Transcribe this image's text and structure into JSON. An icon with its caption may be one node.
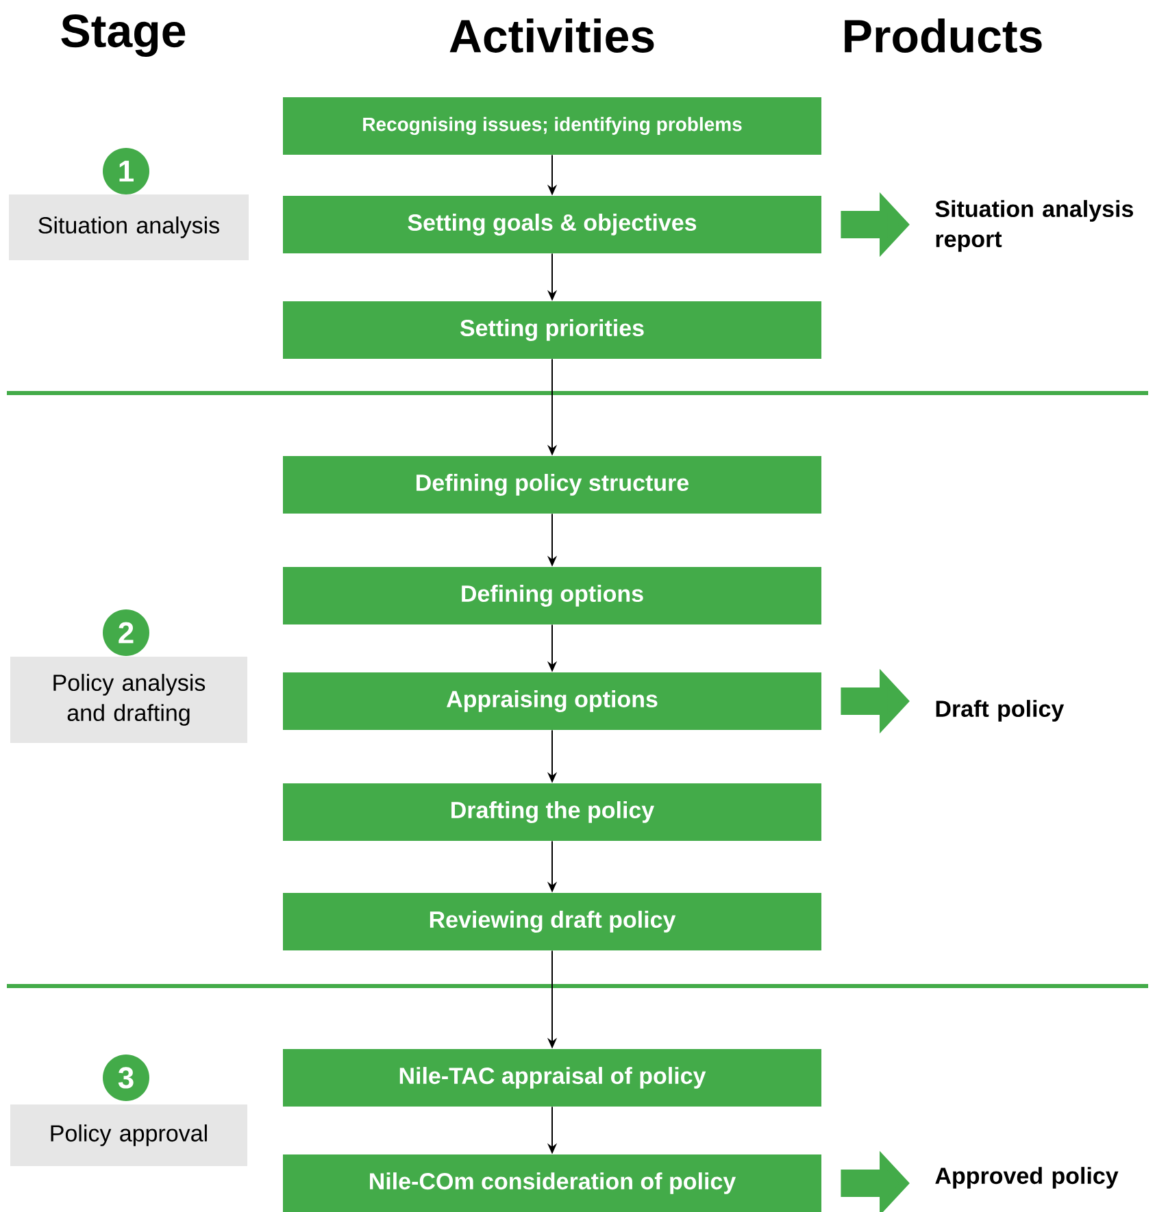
{
  "diagram": {
    "nodes": [
      {
        "text": [
          "Recognising issues; identifying problems"
        ]
      },
      {
        "text": [
          "Setting goals & objectives"
        ]
      },
      {
        "text": [
          "Setting priorities"
        ]
      },
      {
        "text": [
          "Defining policy structure"
        ]
      },
      {
        "text": [
          "Defining options"
        ]
      },
      {
        "text": [
          "Appraising options"
        ]
      },
      {
        "text": [
          "Drafting the policy"
        ]
      },
      {
        "text": [
          "Reviewing draft policy"
        ]
      },
      {
        "text": [
          "Nile-TAC appraisal of policy"
        ]
      },
      {
        "text": [
          "Nile-COm consideration of policy"
        ]
      },
      {
        "text": [
          "1"
        ]
      },
      {
        "text": [
          "Situation analysis"
        ]
      },
      {
        "text": [
          "2"
        ]
      },
      {
        "text": [
          "Policy analysis and drafting"
        ]
      },
      {
        "text": [
          "3"
        ]
      },
      {
        "text": [
          "Policy approval"
        ]
      },
      {
        "text": [
          "Situation analysis report"
        ]
      },
      {
        "text": [
          "Draft policy"
        ]
      },
      {
        "text": [
          "Approved policy"
        ]
      }
    ],
    "edges": [
      {
        "from": 0,
        "to": 1,
        "arrow": "to"
      },
      {
        "from": 1,
        "to": 2,
        "arrow": "to"
      },
      {
        "from": 2,
        "to": 3,
        "arrow": "to"
      },
      {
        "from": 3,
        "to": 4,
        "arrow": "to"
      },
      {
        "from": 4,
        "to": 5,
        "arrow": "to"
      },
      {
        "from": 5,
        "to": 6,
        "arrow": "to"
      },
      {
        "from": 6,
        "to": 7,
        "arrow": "to"
      },
      {
        "from": 7,
        "to": 8,
        "arrow": "to"
      },
      {
        "from": 8,
        "to": 9,
        "arrow": "to"
      },
      {
        "from": 1,
        "to": 16,
        "arrow": "to",
        "style": "thick",
        "color": "#43ab49"
      },
      {
        "from": 5,
        "to": 17,
        "arrow": "to",
        "style": "thick",
        "color": "#43ab49"
      },
      {
        "from": 9,
        "to": 18,
        "arrow": "to",
        "style": "thick",
        "color": "#43ab49"
      }
    ],
    "labels": [
      "Stage",
      "Activities",
      "Products"
    ]
  }
}
